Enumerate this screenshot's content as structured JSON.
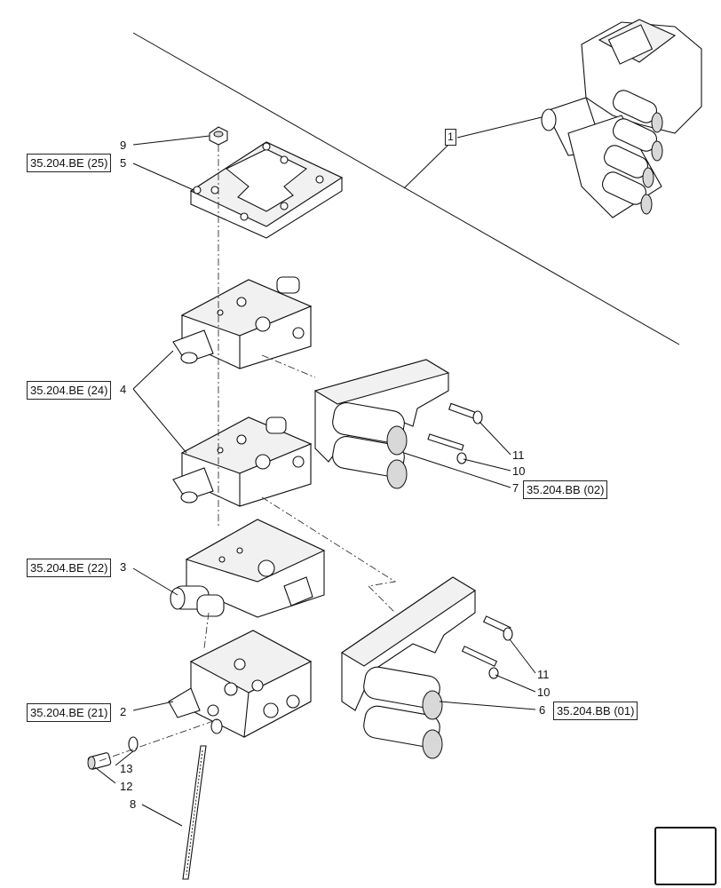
{
  "references": {
    "ref_25": "35.204.BE (25)",
    "ref_24": "35.204.BE (24)",
    "ref_22": "35.204.BE (22)",
    "ref_21": "35.204.BE (21)",
    "ref_bb02": "35.204.BB (02)",
    "ref_bb01": "35.204.BB (01)"
  },
  "callouts": {
    "n1": "1",
    "n2": "2",
    "n3": "3",
    "n4": "4",
    "n5": "5",
    "n6": "6",
    "n7": "7",
    "n8": "8",
    "n9": "9",
    "n10_upper": "10",
    "n10_lower": "10",
    "n11_upper": "11",
    "n11_lower": "11",
    "n12": "12",
    "n13": "13"
  },
  "icons": {
    "nav": "next-page-arrow-icon"
  }
}
